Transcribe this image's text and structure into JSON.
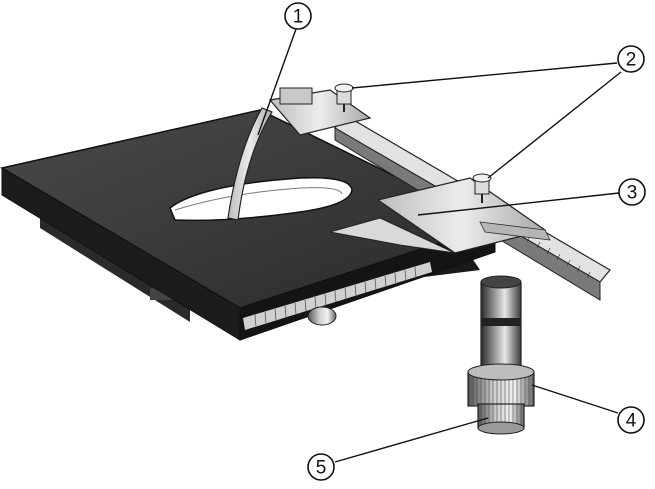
{
  "diagram": {
    "callouts": [
      {
        "id": "c1",
        "label": "1"
      },
      {
        "id": "c2",
        "label": "2"
      },
      {
        "id": "c3",
        "label": "3"
      },
      {
        "id": "c4",
        "label": "4"
      },
      {
        "id": "c5",
        "label": "5"
      }
    ]
  },
  "colors": {
    "stage_top": "#3a3a3a",
    "stage_side": "#1c1c1c",
    "metal_light": "#d8d8d8",
    "ink": "#111111",
    "background": "#ffffff"
  }
}
